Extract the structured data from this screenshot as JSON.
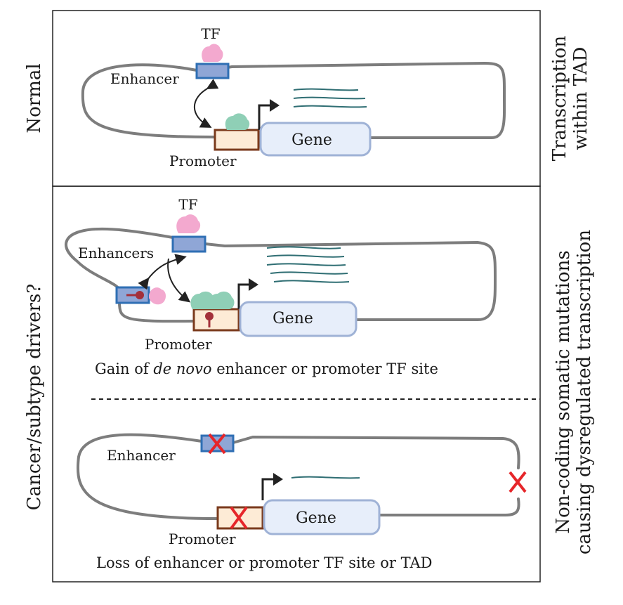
{
  "panels": {
    "normal": {
      "side_label": "Normal",
      "right_label_line1": "Transcription",
      "right_label_line2": "within TAD",
      "tf_label": "TF",
      "enhancer_label": "Enhancer",
      "promoter_label": "Promoter",
      "gene_label": "Gene"
    },
    "gain": {
      "tf_label": "TF",
      "enhancers_label": "Enhancers",
      "promoter_label": "Promoter",
      "gene_label": "Gene",
      "caption_prefix": "Gain of ",
      "caption_italic": "de novo",
      "caption_suffix": " enhancer or promoter TF site"
    },
    "loss": {
      "enhancer_label": "Enhancer",
      "promoter_label": "Promoter",
      "gene_label": "Gene",
      "caption": "Loss of enhancer or promoter TF site or TAD"
    },
    "cancer_side_label": "Cancer/subtype drivers?",
    "right_label2_line1": "Non-coding somatic mutations",
    "right_label2_line2": "causing dysregulated transcription"
  },
  "colors": {
    "enhancer_fill": "#8fa6d6",
    "enhancer_stroke": "#2f6fb4",
    "promoter_fill": "#fdebd6",
    "promoter_stroke": "#7a3a1c",
    "gene_fill": "#e7eefa",
    "gene_stroke": "#9fb2d6",
    "tf_pink": "#f3a9cf",
    "tf_green": "#8fcfb6",
    "mutation_red": "#a3303a",
    "deletion_red": "#e6262a",
    "transcript": "#2f6e73",
    "loop": "#7d7d7d"
  }
}
